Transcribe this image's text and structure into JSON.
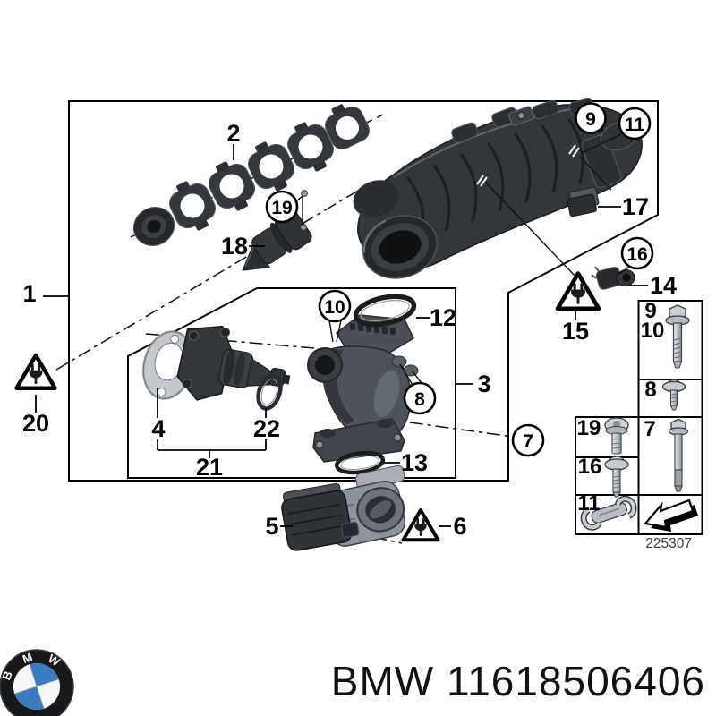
{
  "diagram": {
    "plate_number": "225307",
    "callouts": {
      "1": "1",
      "2": "2",
      "3": "3",
      "4": "4",
      "5": "5",
      "6": "6",
      "12": "12",
      "13": "13",
      "14": "14",
      "15": "15",
      "17": "17",
      "18": "18",
      "20": "20",
      "21": "21",
      "22": "22"
    },
    "circled": {
      "7": "7",
      "8": "8",
      "9": "9",
      "10": "10",
      "11": "11",
      "16": "16",
      "19": "19"
    },
    "table": {
      "row_9": "9",
      "row_10": "10",
      "row_8": "8",
      "row_7": "7",
      "row_19": "19",
      "row_16": "16",
      "row_11": "11"
    }
  },
  "footer": {
    "part_text": "BMW 11618506406",
    "logo_letters": [
      "B",
      "M",
      "W"
    ]
  },
  "colors": {
    "logo_blue": "#3b7cc0",
    "part_dark": "#2f3237",
    "part_mid": "#4e535a",
    "part_light": "#9298a0",
    "metal": "#c9ced3",
    "line": "#000000"
  }
}
